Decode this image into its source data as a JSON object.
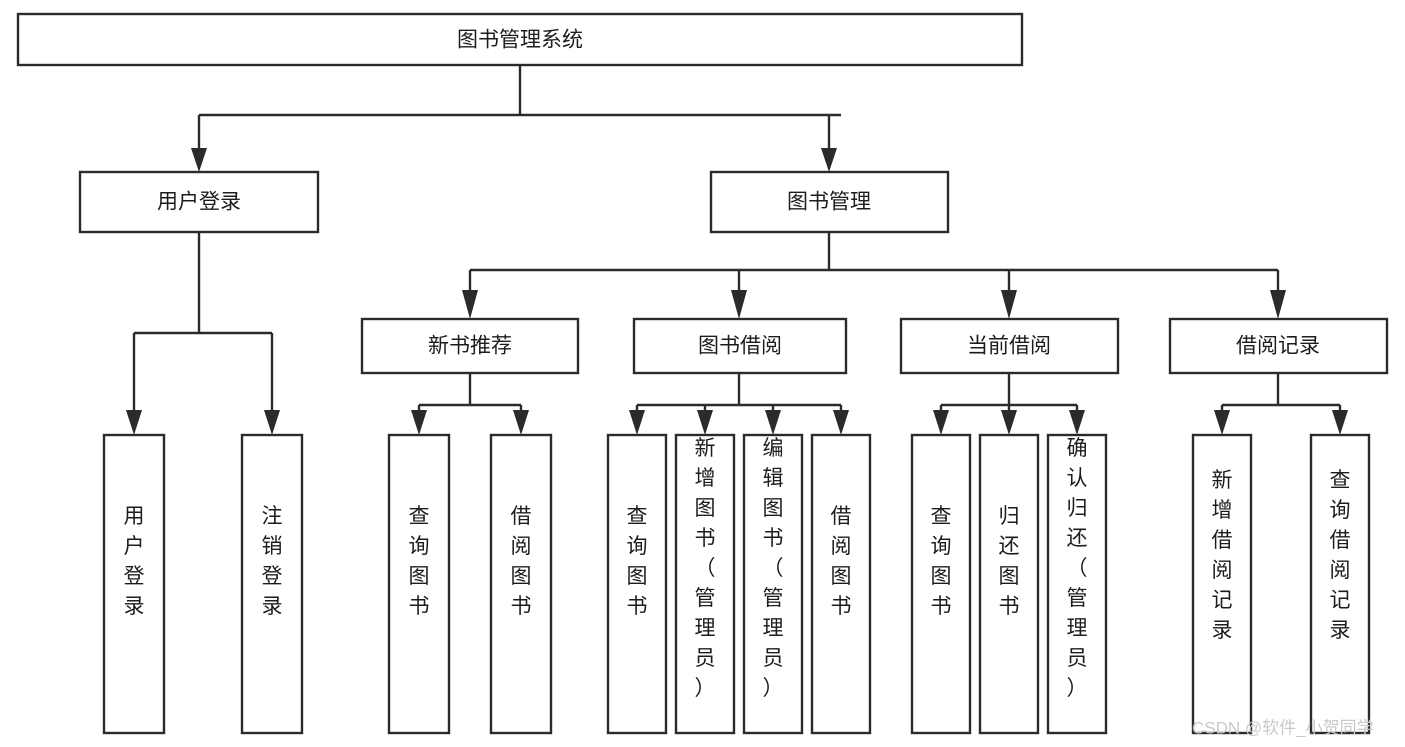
{
  "diagram": {
    "title": "图书管理系统",
    "type": "tree-hierarchy",
    "colors": {
      "background": "#ffffff",
      "box_border": "#2b2b2b",
      "box_fill": "#ffffff",
      "connector": "#2b2b2b",
      "label_text": "#1d1d1d",
      "watermark": "#c9c9c9"
    },
    "root": {
      "label": "图书管理系统"
    },
    "level2": [
      {
        "label": "用户登录"
      },
      {
        "label": "图书管理"
      }
    ],
    "level3": [
      {
        "label": "新书推荐"
      },
      {
        "label": "图书借阅"
      },
      {
        "label": "当前借阅"
      },
      {
        "label": "借阅记录"
      }
    ],
    "leaves": {
      "user_login": [
        {
          "label": "用户登录"
        },
        {
          "label": "注销登录"
        }
      ],
      "new_book_recommend": [
        {
          "label": "查询图书"
        },
        {
          "label": "借阅图书"
        }
      ],
      "book_borrow": [
        {
          "label": "查询图书"
        },
        {
          "label": "新增图书（管理员）"
        },
        {
          "label": "编辑图书（管理员）"
        },
        {
          "label": "借阅图书"
        }
      ],
      "current_borrow": [
        {
          "label": "查询图书"
        },
        {
          "label": "归还图书"
        },
        {
          "label": "确认归还（管理员）"
        }
      ],
      "borrow_record": [
        {
          "label": "新增借阅记录"
        },
        {
          "label": "查询借阅记录"
        }
      ]
    }
  },
  "watermark": {
    "text": "CSDN @软件_小贺同学"
  }
}
